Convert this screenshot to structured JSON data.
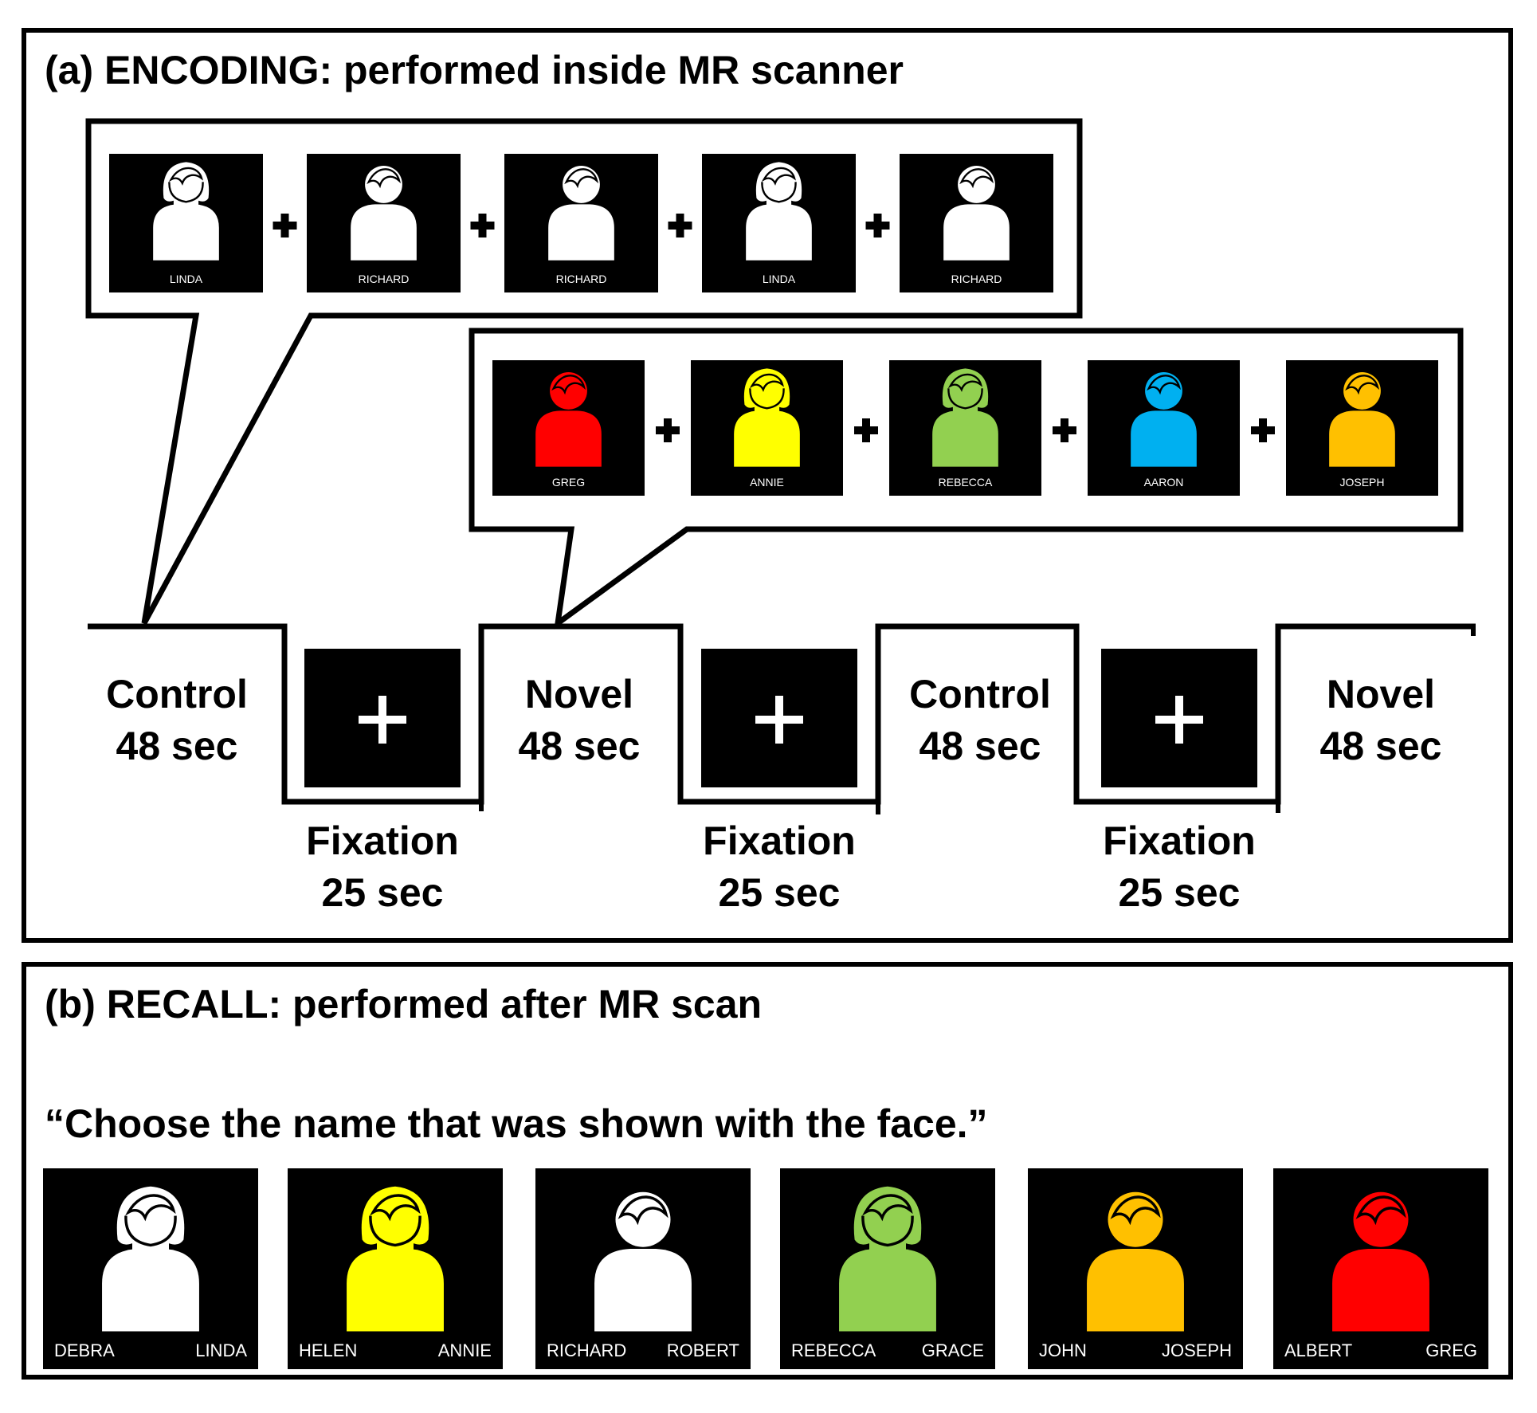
{
  "encoding": {
    "title": "(a) ENCODING: performed inside MR scanner",
    "control_sequence": [
      {
        "name": "LINDA",
        "gender": "female",
        "color": "#ffffff"
      },
      {
        "name": "RICHARD",
        "gender": "male",
        "color": "#ffffff"
      },
      {
        "name": "RICHARD",
        "gender": "male",
        "color": "#ffffff"
      },
      {
        "name": "LINDA",
        "gender": "female",
        "color": "#ffffff"
      },
      {
        "name": "RICHARD",
        "gender": "male",
        "color": "#ffffff"
      }
    ],
    "novel_sequence": [
      {
        "name": "GREG",
        "gender": "male",
        "color": "#ff0000"
      },
      {
        "name": "ANNIE",
        "gender": "female",
        "color": "#ffff00"
      },
      {
        "name": "REBECCA",
        "gender": "female",
        "color": "#92d050"
      },
      {
        "name": "AARON",
        "gender": "male",
        "color": "#00b0f0"
      },
      {
        "name": "JOSEPH",
        "gender": "male",
        "color": "#ffc000"
      }
    ],
    "separator": "+",
    "timeline": [
      {
        "label": "Control",
        "duration": "48 sec"
      },
      {
        "label": "Fixation",
        "duration": "25 sec"
      },
      {
        "label": "Novel",
        "duration": "48 sec"
      },
      {
        "label": "Fixation",
        "duration": "25 sec"
      },
      {
        "label": "Control",
        "duration": "48 sec"
      },
      {
        "label": "Fixation",
        "duration": "25 sec"
      },
      {
        "label": "Novel",
        "duration": "48 sec"
      }
    ],
    "fixation_symbol": "+"
  },
  "recall": {
    "title": "(b) RECALL: performed after MR scan",
    "instruction": "“Choose the name that was shown with the face.”",
    "items": [
      {
        "gender": "female",
        "color": "#ffffff",
        "left": "DEBRA",
        "right": "LINDA"
      },
      {
        "gender": "female",
        "color": "#ffff00",
        "left": "HELEN",
        "right": "ANNIE"
      },
      {
        "gender": "male",
        "color": "#ffffff",
        "left": "RICHARD",
        "right": "ROBERT"
      },
      {
        "gender": "female",
        "color": "#92d050",
        "left": "REBECCA",
        "right": "GRACE"
      },
      {
        "gender": "male",
        "color": "#ffc000",
        "left": "JOHN",
        "right": "JOSEPH"
      },
      {
        "gender": "male",
        "color": "#ff0000",
        "left": "ALBERT",
        "right": "GREG"
      }
    ]
  },
  "icons": {
    "face": "person-silhouette-icon",
    "plus": "plus-icon",
    "fixation": "fixation-cross-icon"
  }
}
